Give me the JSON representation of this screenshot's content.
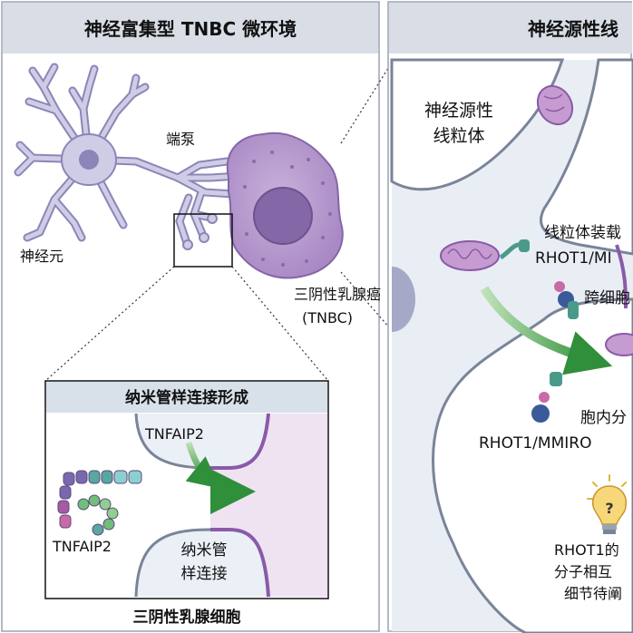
{
  "left_panel": {
    "title": "神经富集型 TNBC 微环境",
    "labels": {
      "terminal": "端泵",
      "neuron": "神经元",
      "tnbc_line1": "三阴性乳腺癌",
      "tnbc_line2": "(TNBC)"
    },
    "inset": {
      "title": "纳米管样连接形成",
      "protein_top": "TNFAIP2",
      "protein_left": "TNFAIP2",
      "tnt_line1": "纳米管",
      "tnt_line2": "样连接",
      "footer": "三阴性乳腺细胞"
    }
  },
  "right_panel": {
    "title": "神经源性线",
    "labels": {
      "mito_line1": "神经源性",
      "mito_line2": "线粒体",
      "assembly": "线粒体装载",
      "rhot_top": "RHOT1/MI",
      "trans": "跨细胞",
      "intra": "胞内分",
      "rhot_bottom": "RHOT1/MMIRO",
      "note_line1": "RHOT1的",
      "note_line2": "分子相互",
      "note_line3": "细节待阐"
    },
    "icons": [
      "lightbulb-question-icon"
    ]
  },
  "colors": {
    "title_bar": "#d8dde6",
    "neuron_fill": "#cfcde6",
    "neuron_stroke": "#8b86b8",
    "tumor_fill": "#b59bcc",
    "tumor_nucleus": "#8467a6",
    "cell_membrane": "#8a5aa8",
    "panel_bg": "#e9eef4",
    "arrow_green": "#2f8f3a",
    "mito_purple": "#9b6bb3"
  }
}
